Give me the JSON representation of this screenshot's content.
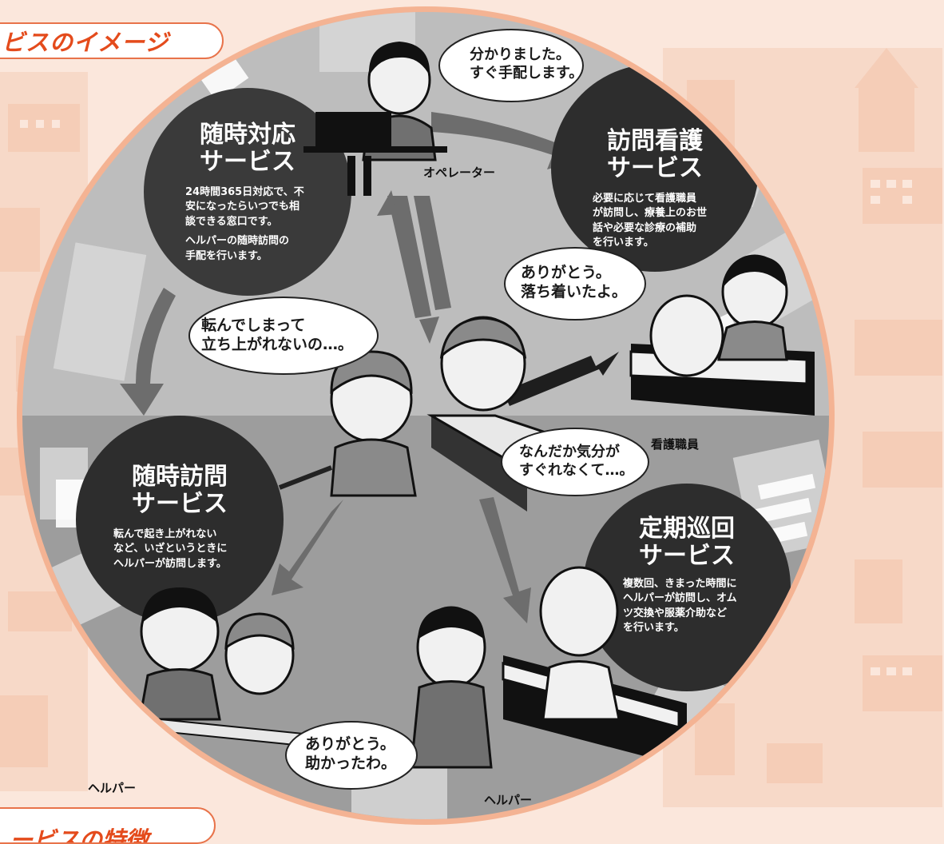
{
  "header": {
    "title": "ビスのイメージ"
  },
  "footer": {
    "title": "ービスの特徴"
  },
  "operator": {
    "speech": [
      "分かりました。",
      "すぐ手配します。"
    ],
    "label": "オペレーター"
  },
  "services": {
    "on_call": {
      "title": [
        "随時対応",
        "サービス"
      ],
      "desc": [
        "24時間365日対応で、不",
        "安になったらいつでも相",
        "談できる窓口です。"
      ],
      "desc2": [
        "ヘルパーの随時訪問の",
        "手配を行います。"
      ]
    },
    "nursing": {
      "title": [
        "訪問看護",
        "サービス"
      ],
      "desc": [
        "必要に応じて看護職員",
        "が訪問し、療養上のお世",
        "話や必要な診療の補助",
        "を行います。"
      ]
    },
    "visit": {
      "title": [
        "随時訪問",
        "サービス"
      ],
      "desc": [
        "転んで起き上がれない",
        "など、いざというときに",
        "ヘルパーが訪問します。"
      ]
    },
    "periodic": {
      "title": [
        "定期巡回",
        "サービス"
      ],
      "desc": [
        "複数回、きまった時間に",
        "ヘルパーが訪問し、オム",
        "ツ交換や服薬介助など",
        "を行います。"
      ]
    }
  },
  "speech": {
    "fallen": [
      "転んでしまって",
      "立ち上がれないの…。"
    ],
    "nurse_patient": [
      "ありがとう。",
      "落ち着いたよ。"
    ],
    "sick_man": [
      "なんだか気分が",
      "すぐれなくて…。"
    ],
    "helped_woman": [
      "ありがとう。",
      "助かったわ。"
    ]
  },
  "labels": {
    "nurse": "看護職員",
    "helper_left": "ヘルパー",
    "helper_right": "ヘルパー"
  },
  "colors": {
    "accent": "#e44b1c",
    "background": "#fbe7dc",
    "circle_light": "#bdbdbd",
    "circle_dark": "#9a9a9a",
    "service_circle": "#3a3a3a"
  }
}
